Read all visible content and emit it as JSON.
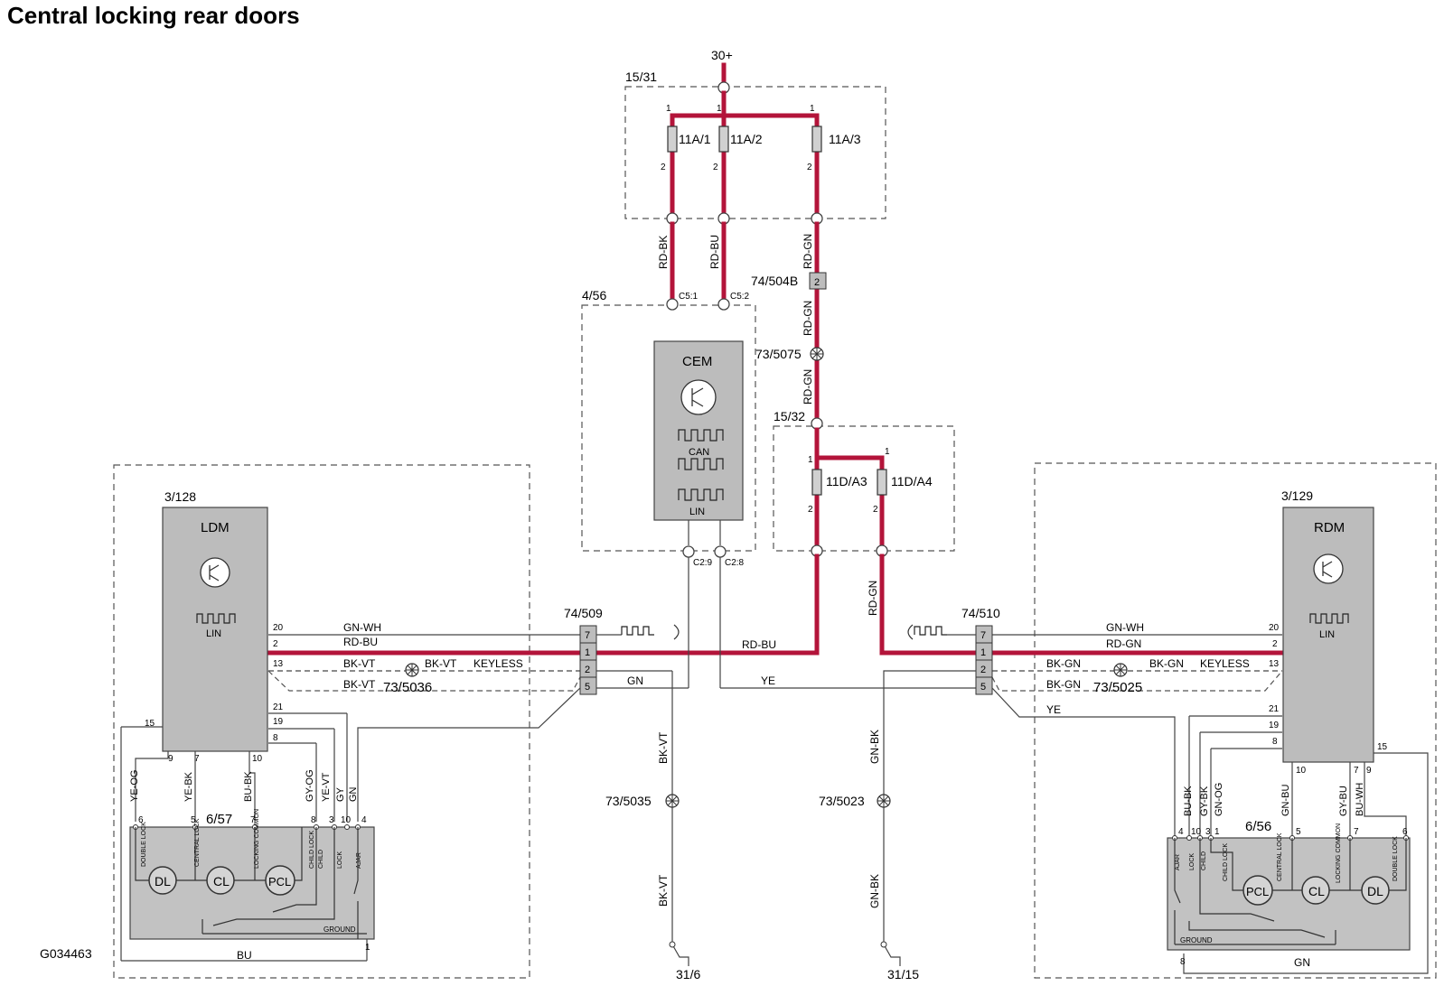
{
  "title": "Central locking rear doors",
  "figure_id": "G034463",
  "supply": "30+",
  "grounds": [
    "31/6",
    "31/15"
  ],
  "boxes": {
    "fusebox_top": "15/31",
    "cem_box": "4/56",
    "fusebox_mid": "15/32",
    "ldm_box": "3/128",
    "rdm_box": "3/129"
  },
  "fuses": [
    "11A/1",
    "11A/2",
    "11A/3",
    "11D/A3",
    "11D/A4"
  ],
  "modules": {
    "cem": {
      "name": "CEM",
      "can": "CAN",
      "lin": "LIN",
      "pins": [
        "C5:1",
        "C5:2",
        "C2:9",
        "C2:8"
      ]
    },
    "ldm": {
      "name": "LDM",
      "lin": "LIN"
    },
    "rdm": {
      "name": "RDM",
      "lin": "LIN"
    }
  },
  "connectors": {
    "c504b": "74/504B",
    "c509": "74/509",
    "c510": "74/510",
    "c504b_pin": "2"
  },
  "splices": [
    "73/5075",
    "73/5036",
    "73/5025",
    "73/5035",
    "73/5023"
  ],
  "lock_units": {
    "left": "6/57",
    "right": "6/56"
  },
  "motors": [
    "DL",
    "CL",
    "PCL"
  ],
  "unit_labels": [
    "DOUBLE LOCK",
    "CENTRAL LOCK",
    "LOCKING COMMON",
    "CHILD LOCK",
    "CHILD",
    "LOCK",
    "AJAR",
    "GROUND"
  ],
  "wire_colors": [
    "RD-BK",
    "RD-BU",
    "RD-GN",
    "GN-WH",
    "BK-VT",
    "GN",
    "YE",
    "BK-GN",
    "GN-BK",
    "YE-OG",
    "YE-BK",
    "BU-BK",
    "GY-OG",
    "YE-VT",
    "GY",
    "BU",
    "GY-BK",
    "GN-OG",
    "GN-BU",
    "GY-BU",
    "BU-WH"
  ],
  "keyless": "KEYLESS",
  "connector_pins": [
    "7",
    "1",
    "2",
    "5"
  ],
  "pin_numbers": [
    "1",
    "2",
    "3",
    "4",
    "5",
    "6",
    "7",
    "8",
    "9",
    "10",
    "13",
    "15",
    "19",
    "20",
    "21"
  ]
}
